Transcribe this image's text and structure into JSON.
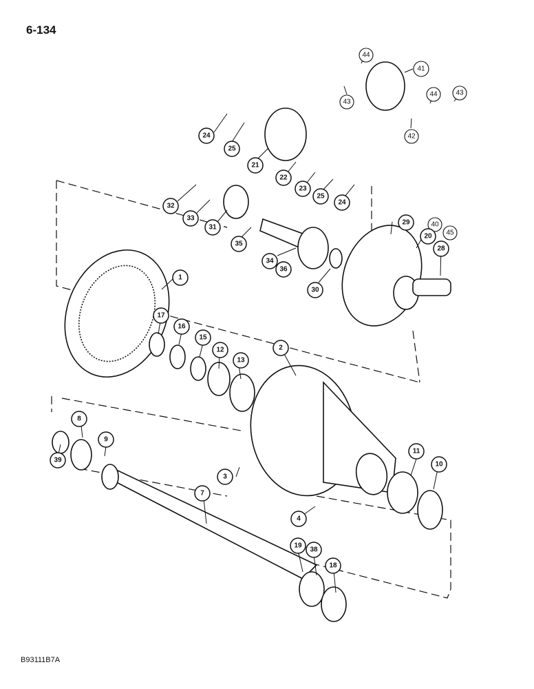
{
  "page_number": "6-134",
  "figure_code": "B93111B7A",
  "callouts": [
    {
      "id": "c44a",
      "label": "44"
    },
    {
      "id": "c41",
      "label": "41"
    },
    {
      "id": "c43a",
      "label": "43"
    },
    {
      "id": "c44b",
      "label": "44"
    },
    {
      "id": "c43b",
      "label": "43"
    },
    {
      "id": "c42",
      "label": "42"
    },
    {
      "id": "c24a",
      "label": "24"
    },
    {
      "id": "c25a",
      "label": "25"
    },
    {
      "id": "c21",
      "label": "21"
    },
    {
      "id": "c22",
      "label": "22"
    },
    {
      "id": "c23",
      "label": "23"
    },
    {
      "id": "c25b",
      "label": "25"
    },
    {
      "id": "c24b",
      "label": "24"
    },
    {
      "id": "c32",
      "label": "32"
    },
    {
      "id": "c33",
      "label": "33"
    },
    {
      "id": "c31",
      "label": "31"
    },
    {
      "id": "c35",
      "label": "35"
    },
    {
      "id": "c29",
      "label": "29"
    },
    {
      "id": "c40",
      "label": "40"
    },
    {
      "id": "c20",
      "label": "20"
    },
    {
      "id": "c45",
      "label": "45"
    },
    {
      "id": "c28",
      "label": "28"
    },
    {
      "id": "c34",
      "label": "34"
    },
    {
      "id": "c36",
      "label": "36"
    },
    {
      "id": "c30",
      "label": "30"
    },
    {
      "id": "c1",
      "label": "1"
    },
    {
      "id": "c17",
      "label": "17"
    },
    {
      "id": "c16",
      "label": "16"
    },
    {
      "id": "c15",
      "label": "15"
    },
    {
      "id": "c12",
      "label": "12"
    },
    {
      "id": "c13",
      "label": "13"
    },
    {
      "id": "c2",
      "label": "2"
    },
    {
      "id": "c8",
      "label": "8"
    },
    {
      "id": "c9",
      "label": "9"
    },
    {
      "id": "c39",
      "label": "39"
    },
    {
      "id": "c3",
      "label": "3"
    },
    {
      "id": "c7",
      "label": "7"
    },
    {
      "id": "c11",
      "label": "11"
    },
    {
      "id": "c10",
      "label": "10"
    },
    {
      "id": "c4",
      "label": "4"
    },
    {
      "id": "c19",
      "label": "19"
    },
    {
      "id": "c38",
      "label": "38"
    },
    {
      "id": "c18",
      "label": "18"
    }
  ]
}
